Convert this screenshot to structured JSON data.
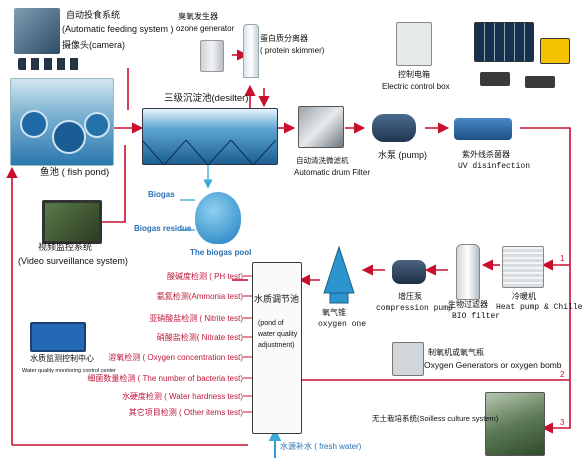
{
  "labels": {
    "auto_feed_cn": "自动投食系统",
    "auto_feed_en": "(Automatic feeding system )",
    "camera": "摄像头(camera)",
    "ozone_cn": "臭氧发生器",
    "ozone_en": "ozone generator",
    "skimmer_cn": "蛋白质分离器",
    "skimmer_en": "( protein skimmer)",
    "control_cn": "控制电箱",
    "control_en": "Electric control box",
    "desilter": "三级沉淀池(desilter)",
    "fish_pond": "鱼池 ( fish pond)",
    "drum_cn": "自动清洗微滤机",
    "drum_en": "Automatic drum Filter",
    "pump": "水泵 (pump)",
    "uv_cn": "紫外线杀菌器",
    "uv_en": "UV disinfection",
    "biogas": "Biogas",
    "biogas_residue": "Biogas residue",
    "biogas_pool": "The biogas pool",
    "video_cn": "视频监控系统",
    "video_en": "(Video surveillance system)",
    "heat_cn": "冷暖机",
    "heat_en": "Heat pump & Chiller",
    "bio_cn": "生物过滤器",
    "bio_en": "BIO filter",
    "compress_cn": "增压泵",
    "compress_en": "compression pump",
    "oxycone_cn": "氧气锥",
    "oxycone_en": "oxygen one",
    "adjust_cn": "水质调节池",
    "adjust_en": "(pond of water quality adjustment)",
    "oxygen_gen": "制氧机或氧气瓶",
    "oxygen_gen_en": "Oxygen Generators or oxygen bomb",
    "monitor_cn": "水质监测控制中心",
    "monitor_en": "Water quality monitoring control center",
    "soilless": "无土栽培系统(Soilless culture system)",
    "fresh_water": "水源补水 ( fresh water)",
    "num1": "1",
    "num2": "2",
    "num3": "3"
  },
  "tests": [
    "酸碱度检测 ( PH test)",
    "氨氮检测(Ammonia test)",
    "亚硝酸盐检测 ( Nitrite test)",
    "硝酸盐检测( Nitrate test)",
    "溶氧检测 ( Oxygen concentration  test)",
    "细菌数量检测 ( The number of bacteria test)",
    "水硬度检测 ( Water hardness test)",
    "其它项目检测 ( Other items test)"
  ],
  "colors": {
    "flow": "#c8102e",
    "biogas_line": "#3aa8d8",
    "water": "#1f8fc7"
  }
}
